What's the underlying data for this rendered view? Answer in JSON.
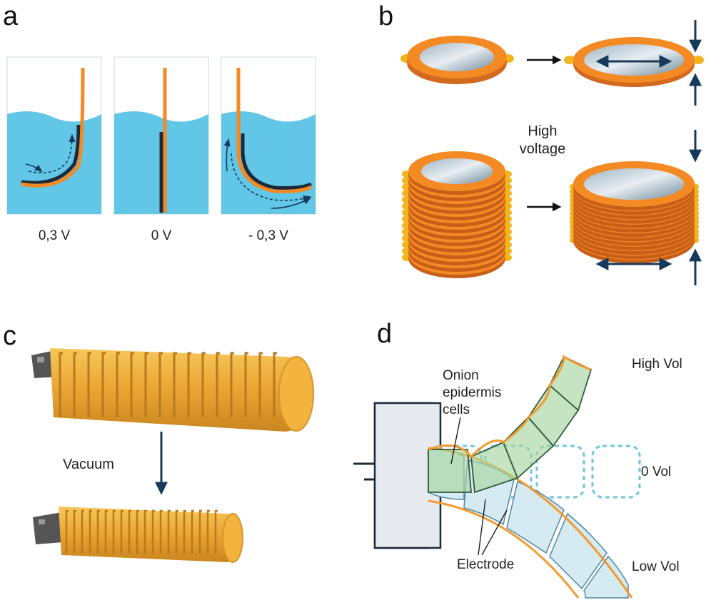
{
  "panels": {
    "a": {
      "letter": "a",
      "voltages": [
        "0,3 V",
        "0 V",
        "- 0,3 V"
      ]
    },
    "b": {
      "letter": "b",
      "center_label_line1": "High",
      "center_label_line2": "voltage"
    },
    "c": {
      "letter": "c",
      "arrow_label": "Vacuum"
    },
    "d": {
      "letter": "d",
      "cells_label_line1": "Onion",
      "cells_label_line2": "epidermis",
      "cells_label_line3": "cells",
      "electrode_label": "Electrode",
      "state_high": "High Vol",
      "state_zero": "0 Vol",
      "state_low": "Low Vol"
    }
  },
  "colors": {
    "water": "#62c6e6",
    "actuator_orange": "#f38a24",
    "electrode_dark": "#1e2a3a",
    "arrow_navy": "#163a5a",
    "ring_tab_yellow": "#f2b51c",
    "mesh_gold": "#f4b23a",
    "cell_green": "#a8d5a0",
    "cell_blue": "#d6eaf2",
    "dashed_cell": "#6fc6dc"
  }
}
